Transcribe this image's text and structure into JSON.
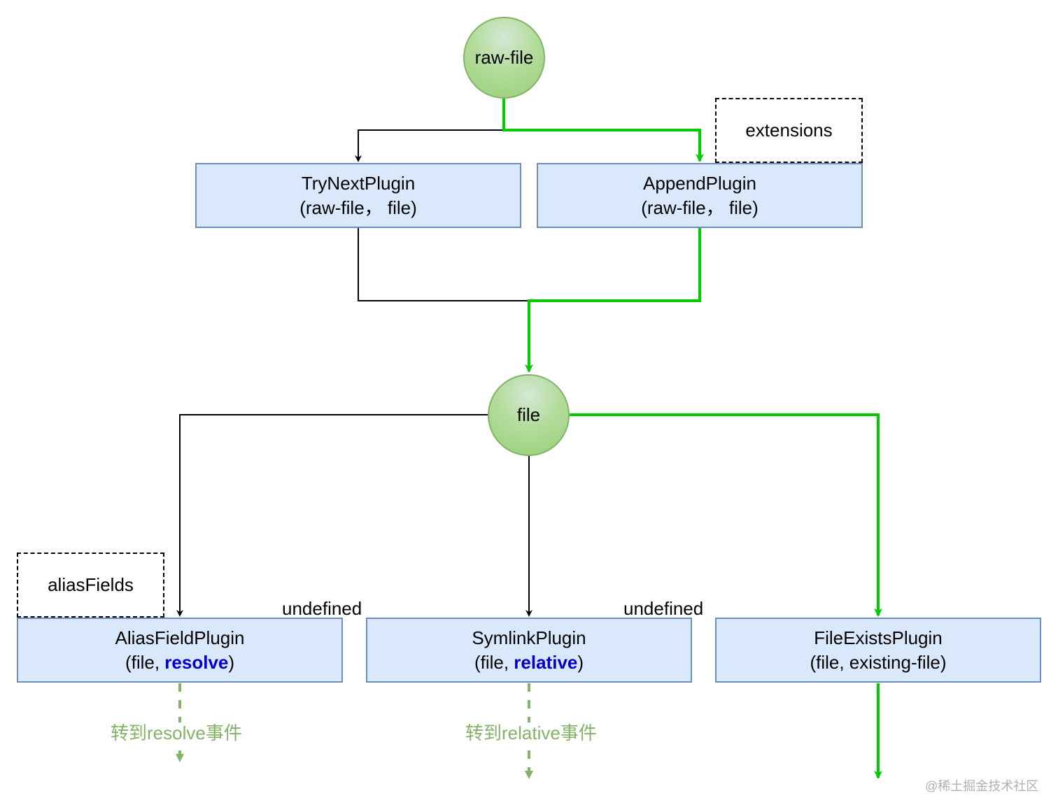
{
  "nodes": {
    "raw_file": "raw-file",
    "file": "file"
  },
  "plugins": {
    "try_next": {
      "name": "TryNextPlugin",
      "args": "(raw-file， file)"
    },
    "append": {
      "name": "AppendPlugin",
      "args": "(raw-file， file)"
    },
    "alias_field": {
      "name": "AliasFieldPlugin",
      "args_prefix": "(file, ",
      "args_target": "resolve",
      "args_suffix": ")"
    },
    "symlink": {
      "name": "SymlinkPlugin",
      "args_prefix": "(file, ",
      "args_target": "relative",
      "args_suffix": ")"
    },
    "file_exists": {
      "name": "FileExistsPlugin",
      "args": "(file, existing-file)"
    }
  },
  "notes": {
    "extensions": "extensions",
    "alias_fields": "aliasFields"
  },
  "edge_labels": {
    "alias_undefined": "undefined",
    "symlink_undefined": "undefined"
  },
  "redirects": {
    "to_resolve": "转到resolve事件",
    "to_relative": "转到relative事件"
  },
  "colors": {
    "active_path": "#00cc00",
    "default_path": "#000000",
    "redirect_path": "#82b366",
    "plugin_fill": "#dae8fc",
    "plugin_border": "#6c8ebf",
    "node_fill": "#97d077",
    "keyword": "#0000cc"
  },
  "watermark": "@稀土掘金技术社区"
}
